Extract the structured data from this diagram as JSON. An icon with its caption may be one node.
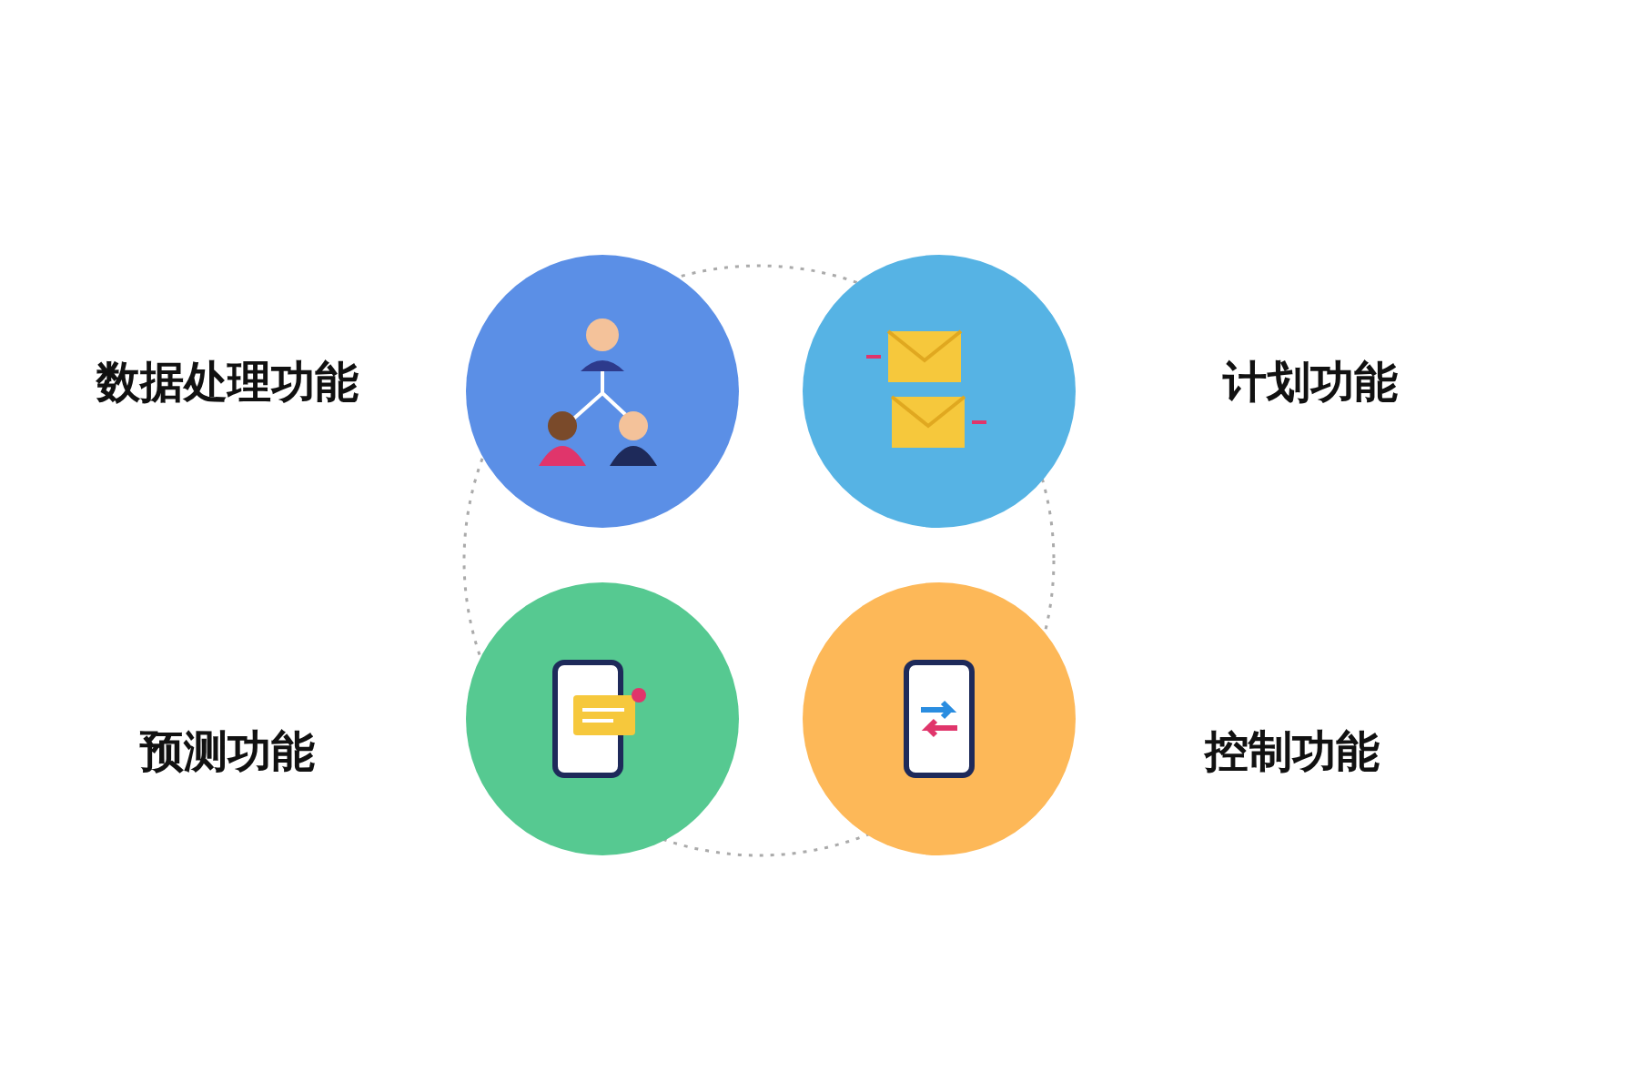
{
  "diagram": {
    "nodes": [
      {
        "text": [],
        "shape": "circle",
        "beside": [
          "数据处理功能"
        ]
      },
      {
        "text": [],
        "shape": "circle",
        "beside": [
          "计划功能"
        ]
      },
      {
        "text": [],
        "shape": "circle",
        "beside": [
          "预测功能"
        ]
      },
      {
        "text": [],
        "shape": "circle",
        "beside": [
          "控制功能"
        ]
      }
    ]
  }
}
